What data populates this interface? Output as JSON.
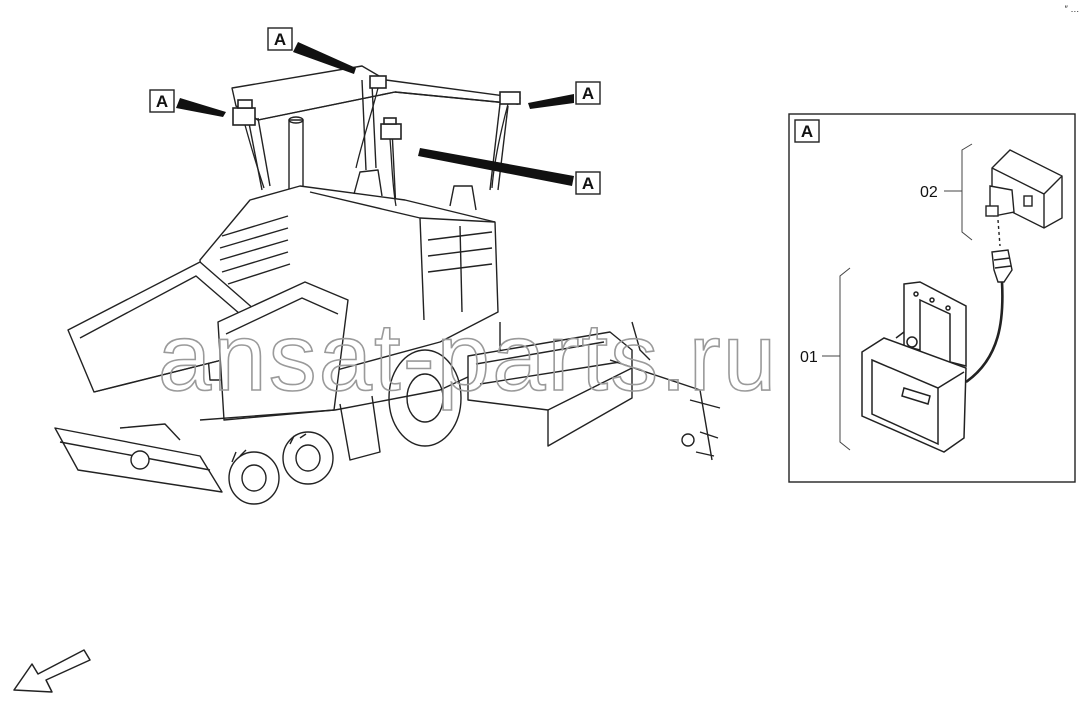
{
  "callout_letter": "A",
  "part_labels": {
    "item_01": "01",
    "item_02": "02"
  },
  "watermark": "ansat-parts.ru",
  "corner_mark": "″ …",
  "icons": [
    "direction-arrow-icon"
  ],
  "colors": {
    "line": "#222222",
    "watermark": "#9a9a9a",
    "background": "#ffffff"
  }
}
